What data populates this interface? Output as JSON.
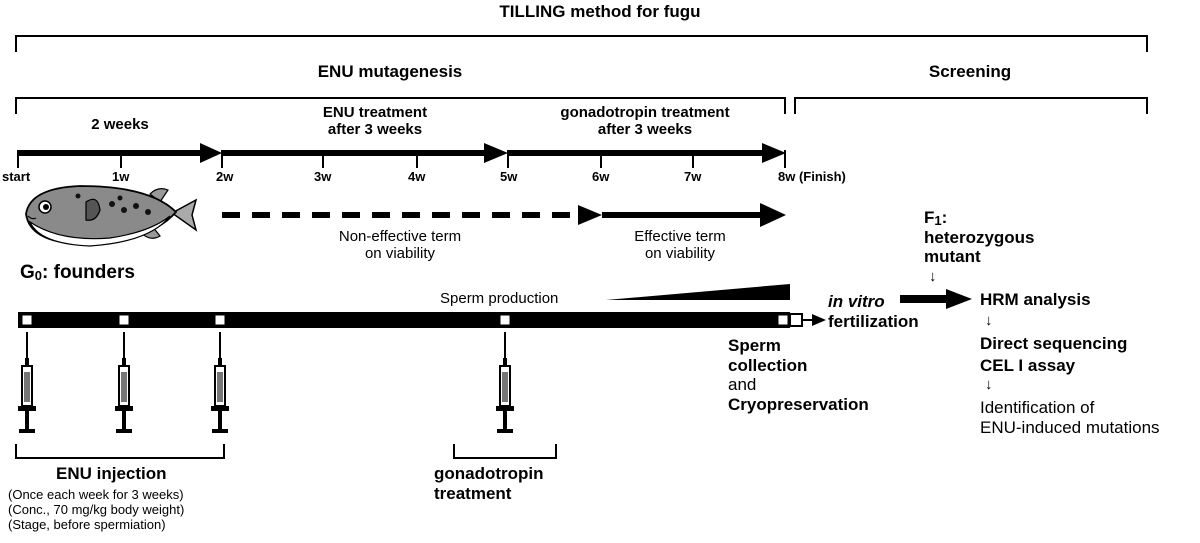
{
  "title": "TILLING method for fugu",
  "sections": {
    "mutagenesis": "ENU mutagenesis",
    "screening": "Screening"
  },
  "phases": {
    "p1": "2 weeks",
    "p2_line1": "ENU treatment",
    "p2_line2": "after 3 weeks",
    "p3_line1": "gonadotropin treatment",
    "p3_line2": "after 3 weeks"
  },
  "ticks": [
    "start",
    "1w",
    "2w",
    "3w",
    "4w",
    "5w",
    "6w",
    "7w",
    "8w (Finish)"
  ],
  "viability": {
    "noneffective_line1": "Non-effective term",
    "noneffective_line2": "on viability",
    "effective_line1": "Effective term",
    "effective_line2": "on viability"
  },
  "founders": {
    "label_main": "G",
    "label_sub": "0",
    "label_rest": ": founders"
  },
  "sperm_production": "Sperm production",
  "sperm": {
    "line1": "Sperm",
    "line2": "collection",
    "line3": "and",
    "line4": "Cryopreservation"
  },
  "fertilization": {
    "line1": "in vitro",
    "line2": "fertilization"
  },
  "f1": {
    "main": "F",
    "sub": "1",
    "rest": ":",
    "line2": "heterozygous",
    "line3": "mutant"
  },
  "analysis": {
    "hrm": "HRM analysis",
    "direct": "Direct sequencing",
    "cel": "CEL I assay",
    "ident1": "Identification of",
    "ident2": "ENU-induced mutations"
  },
  "arrow_glyph": "↓",
  "enu_injection": {
    "title": "ENU injection",
    "line1": "(Once each week for 3 weeks)",
    "line2": "(Conc., 70 mg/kg body weight)",
    "line3": "(Stage, before spermiation)"
  },
  "gonadotropin": {
    "line1": "gonadotropin",
    "line2": "treatment"
  },
  "colors": {
    "ink": "#000000",
    "fish_body": "#8a8a8a",
    "fish_belly": "#ffffff"
  }
}
